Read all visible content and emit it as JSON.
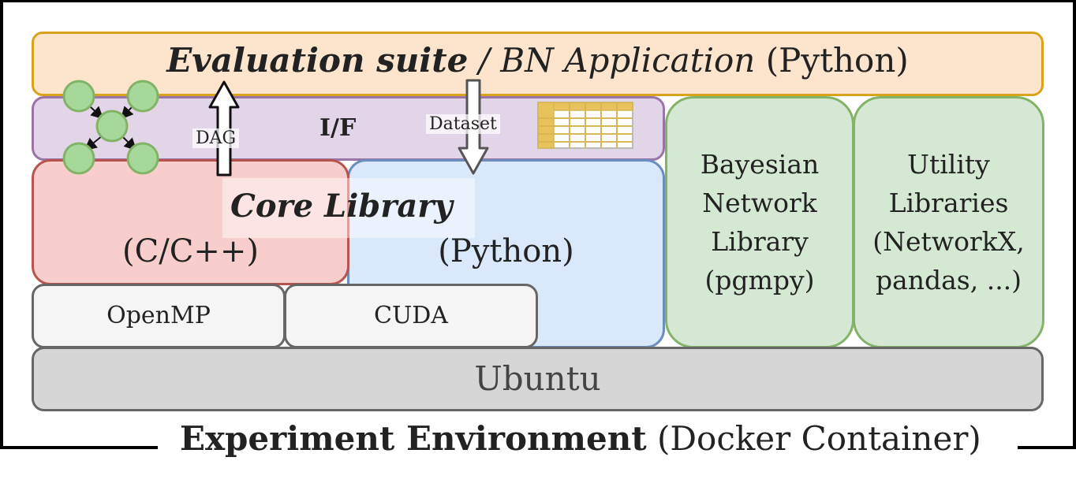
{
  "colors": {
    "eval_fill": "#fde4cd",
    "eval_border": "#d9a21b",
    "if_fill": "#e1d5e7",
    "if_border": "#9a74a9",
    "c_fill": "#f8cecc",
    "c_border": "#b85450",
    "py_fill": "#dae8fc",
    "py_border": "#6c8ebf",
    "lib_fill": "#d5e8d4",
    "lib_border": "#82b366",
    "sys_fill": "#f5f5f5",
    "ubuntu_fill": "#d6d6d6",
    "table_fill": "#fff2cc",
    "table_border": "#d6b656"
  },
  "evaluation": {
    "part1": "Evaluation suite",
    "sep": " / ",
    "part2": "BN Application",
    "part3": " (Python)"
  },
  "interface": {
    "label": "I/F"
  },
  "arrows": {
    "dag_label": "DAG",
    "dataset_label": "Dataset"
  },
  "icons": {
    "graph": "dag-graph-icon",
    "table": "dataset-table-icon"
  },
  "core": {
    "title": "Core Library",
    "c_label": "(C/C++)",
    "py_label": "(Python)"
  },
  "runtime": {
    "openmp": "OpenMP",
    "cuda": "CUDA"
  },
  "bn_library": {
    "lines": [
      "Bayesian",
      "Network",
      "Library",
      "(pgmpy)"
    ]
  },
  "utility": {
    "lines": [
      "Utility",
      "Libraries",
      "(NetworkX,",
      "pandas, ...)"
    ]
  },
  "os": {
    "label": "Ubuntu"
  },
  "environment": {
    "title": "Experiment Environment",
    "subtitle": " (Docker Container)"
  }
}
